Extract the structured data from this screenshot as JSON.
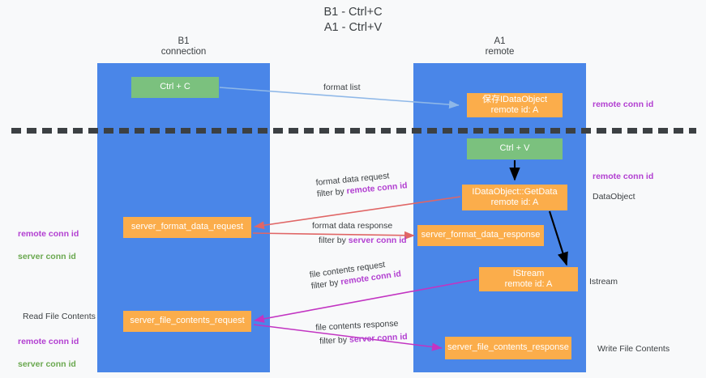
{
  "title": "B1 - Ctrl+C\nA1 - Ctrl+V",
  "lanes": [
    {
      "name": "b1",
      "header": "B1\nconnection",
      "color": "#4a86e8"
    },
    {
      "name": "a1",
      "header": "A1\nremote",
      "color": "#4a86e8"
    }
  ],
  "nodes": {
    "ctrl_c": "Ctrl + C",
    "data_object": "保存IDataObject\nremote id: A",
    "ctrl_v": "Ctrl + V",
    "get_data": "IDataObject::GetData\nremote id: A",
    "server_format_data_request": "server_format_data_request",
    "server_format_data_response": "server_format_data_response",
    "istream": "IStream\nremote id: A",
    "server_file_contents_request": "server_file_contents_request",
    "server_file_contents_response": "server_file_contents_response"
  },
  "edges": {
    "format_list": "format list",
    "format_data_request": "format data request",
    "format_data_request_filter_prefix": "filter by ",
    "format_data_request_filter_key": "remote conn id",
    "format_data_response": "format data response",
    "format_data_response_filter_prefix": "filter by ",
    "format_data_response_filter_key": "server conn id",
    "file_contents_request": "file contents request",
    "file_contents_request_filter_prefix": "filter by ",
    "file_contents_request_filter_key": "remote conn id",
    "file_contents_response": "file contents response",
    "file_contents_response_filter_prefix": "filter by ",
    "file_contents_response_filter_key": "server conn id"
  },
  "annotations": {
    "right_remote_conn_id_top": "remote conn id",
    "right_remote_conn_id_mid": "remote conn id",
    "right_dataobject": "DataObject",
    "right_istream": "Istream",
    "right_write_file_contents": "Write File Contents",
    "left_remote_conn_id_mid": "remote conn id",
    "left_server_conn_id_mid": "server conn id",
    "left_read_file_contents": "Read File Contents",
    "left_remote_conn_id_bottom": "remote conn id",
    "left_server_conn_id_bottom": "server conn id"
  },
  "colors": {
    "lane": "#4a86e8",
    "green_node": "#7bc17e",
    "orange_node": "#fbad4b",
    "remote_conn_id": "#b23fd1",
    "server_conn_id": "#6aa84f",
    "arrow_blue": "#a7c7ef",
    "arrow_red": "#e06666",
    "arrow_magenta": "#c234c2",
    "arrow_black": "#000000",
    "background": "#f8f9fa"
  }
}
